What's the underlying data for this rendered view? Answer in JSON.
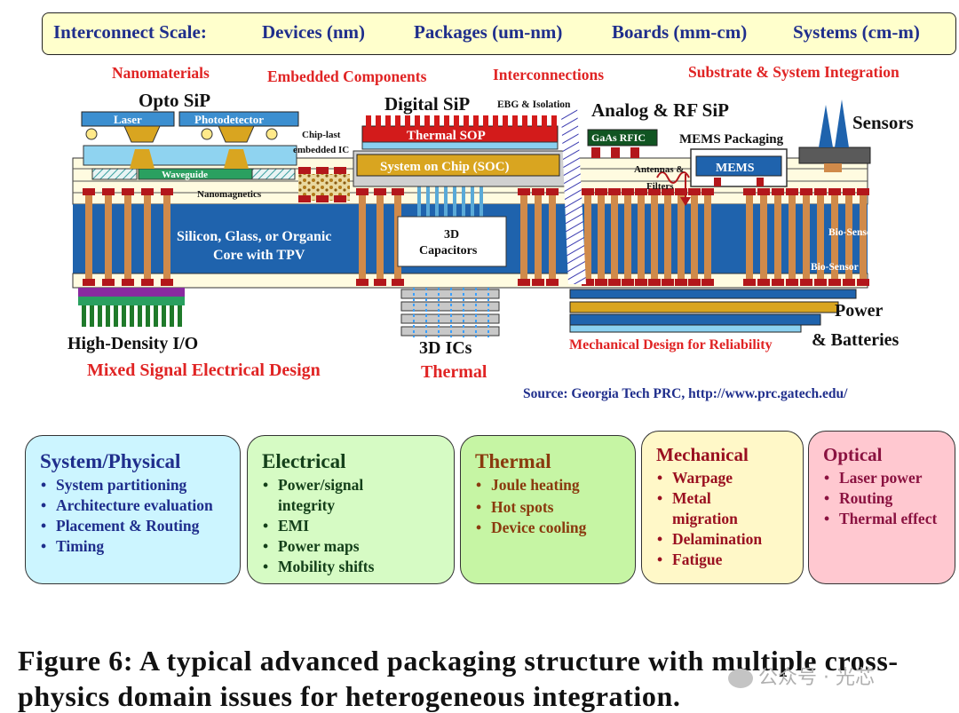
{
  "scale": {
    "title": "Interconnect Scale:",
    "devices": "Devices (nm)",
    "packages": "Packages (um-nm)",
    "boards": "Boards (mm-cm)",
    "systems": "Systems (cm-m)"
  },
  "categories": {
    "nanomaterials": "Nanomaterials",
    "embedded": "Embedded Components",
    "interconnections": "Interconnections",
    "substrate": "Substrate & System Integration"
  },
  "labels": {
    "opto_sip": "Opto SiP",
    "laser": "Laser",
    "photodetector": "Photodetector",
    "waveguide": "Waveguide",
    "nanomagnetics": "Nanomagnetics",
    "chip_last_1": "Chip-last",
    "chip_last_2": "embedded IC",
    "digital_sip": "Digital SiP",
    "ebg": "EBG & Isolation",
    "thermal_sop": "Thermal SOP",
    "soc": "System on Chip (SOC)",
    "analog_rf": "Analog & RF SiP",
    "gaas": "GaAs RFIC",
    "mems_packaging": "MEMS Packaging",
    "antennas_1": "Antennas &",
    "antennas_2": "Filters",
    "mems": "MEMS",
    "sensors": "Sensors",
    "core_1": "Silicon, Glass, or Organic",
    "core_2": "Core with TPV",
    "capacitors_1": "3D",
    "capacitors_2": "Capacitors",
    "bio_sensor_1": "Bio-Sensor",
    "bio_sensor_2": "Bio-Sensor",
    "power_1": "Power",
    "power_2": "& Batteries",
    "high_density_io": "High-Density I/O",
    "mixed_signal": "Mixed Signal Electrical Design",
    "ics_3d": "3D ICs",
    "thermal": "Thermal",
    "mechanical_design": "Mechanical Design for Reliability",
    "source": "Source: Georgia Tech PRC, http://www.prc.gatech.edu/"
  },
  "domains": [
    {
      "title": "System/Physical",
      "items": [
        "System partitioning",
        "Architecture evaluation",
        "Placement & Routing",
        "Timing"
      ],
      "bg": "#ccf5ff",
      "color": "#1f2e8c"
    },
    {
      "title": "Electrical",
      "items": [
        "Power/signal integrity",
        "EMI",
        "Power maps",
        "Mobility shifts"
      ],
      "bg": "#d6fbc4",
      "color": "#14401a"
    },
    {
      "title": "Thermal",
      "items": [
        "Joule heating",
        "Hot spots",
        "Device cooling"
      ],
      "bg": "#c6f5a4",
      "color": "#8a3a0e"
    },
    {
      "title": "Mechanical",
      "items": [
        "Warpage",
        "Metal migration",
        "Delamination",
        "Fatigue"
      ],
      "bg": "#fff8c8",
      "color": "#9a1020"
    },
    {
      "title": "Optical",
      "items": [
        "Laser power",
        "Routing",
        "Thermal effect"
      ],
      "bg": "#ffc8d0",
      "color": "#8a1240"
    }
  ],
  "caption": "Figure 6: A typical advanced packaging structure with multiple cross-physics domain issues for heterogeneous integration.",
  "watermark": "公众号 · 光芯",
  "colors": {
    "core_blue": "#1f63ad",
    "via_orange": "#d08a4a",
    "pad_red": "#b3171b",
    "soc_gold": "#d9a520",
    "laser_blue": "#3c8fd0"
  }
}
